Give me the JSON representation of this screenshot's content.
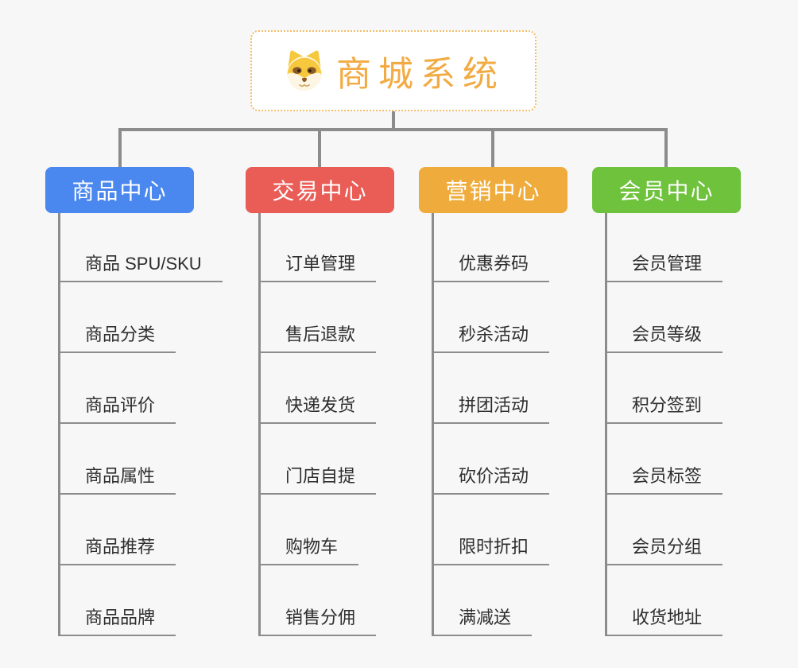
{
  "page": {
    "background": "#f7f7f7",
    "connector_color": "#8c8c8c"
  },
  "root": {
    "title": "商城系统",
    "icon": "dog-face-icon",
    "text_color": "#f2ab43",
    "border_color": "#f3bc68",
    "background": "#ffffff"
  },
  "branches": [
    {
      "id": "product-center",
      "label": "商品中心",
      "color": "#4a87ee",
      "items": [
        "商品 SPU/SKU",
        "商品分类",
        "商品评价",
        "商品属性",
        "商品推荐",
        "商品品牌"
      ]
    },
    {
      "id": "trade-center",
      "label": "交易中心",
      "color": "#e95d56",
      "items": [
        "订单管理",
        "售后退款",
        "快递发货",
        "门店自提",
        "购物车",
        "销售分佣"
      ]
    },
    {
      "id": "marketing-center",
      "label": "营销中心",
      "color": "#efac3c",
      "items": [
        "优惠券码",
        "秒杀活动",
        "拼团活动",
        "砍价活动",
        "限时折扣",
        "满减送"
      ]
    },
    {
      "id": "member-center",
      "label": "会员中心",
      "color": "#6ec23c",
      "items": [
        "会员管理",
        "会员等级",
        "积分签到",
        "会员标签",
        "会员分组",
        "收货地址"
      ]
    }
  ]
}
